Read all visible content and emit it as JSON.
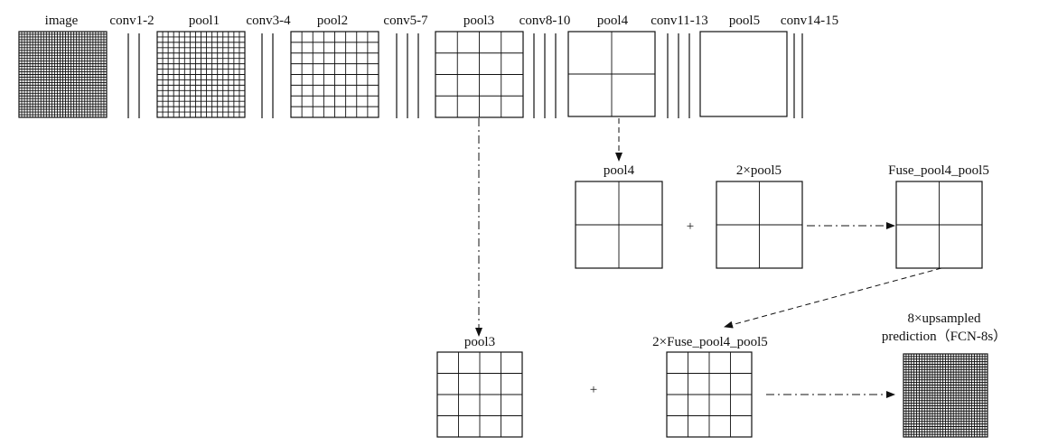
{
  "top_row": {
    "image": "image",
    "conv1_2": "conv1-2",
    "pool1": "pool1",
    "conv3_4": "conv3-4",
    "pool2": "pool2",
    "conv5_7": "conv5-7",
    "pool3": "pool3",
    "conv8_10": "conv8-10",
    "pool4": "pool4",
    "conv11_13": "conv11-13",
    "pool5": "pool5",
    "conv14_15": "conv14-15"
  },
  "fusion_row": {
    "pool4": "pool4",
    "plus": "+",
    "up_pool5": "2×pool5",
    "fused": "Fuse_pool4_pool5"
  },
  "final_row": {
    "pool3": "pool3",
    "plus": "+",
    "up_fused": "2×Fuse_pool4_pool5",
    "prediction_line1": "8×upsampled",
    "prediction_line2": "prediction（FCN-8s）"
  }
}
